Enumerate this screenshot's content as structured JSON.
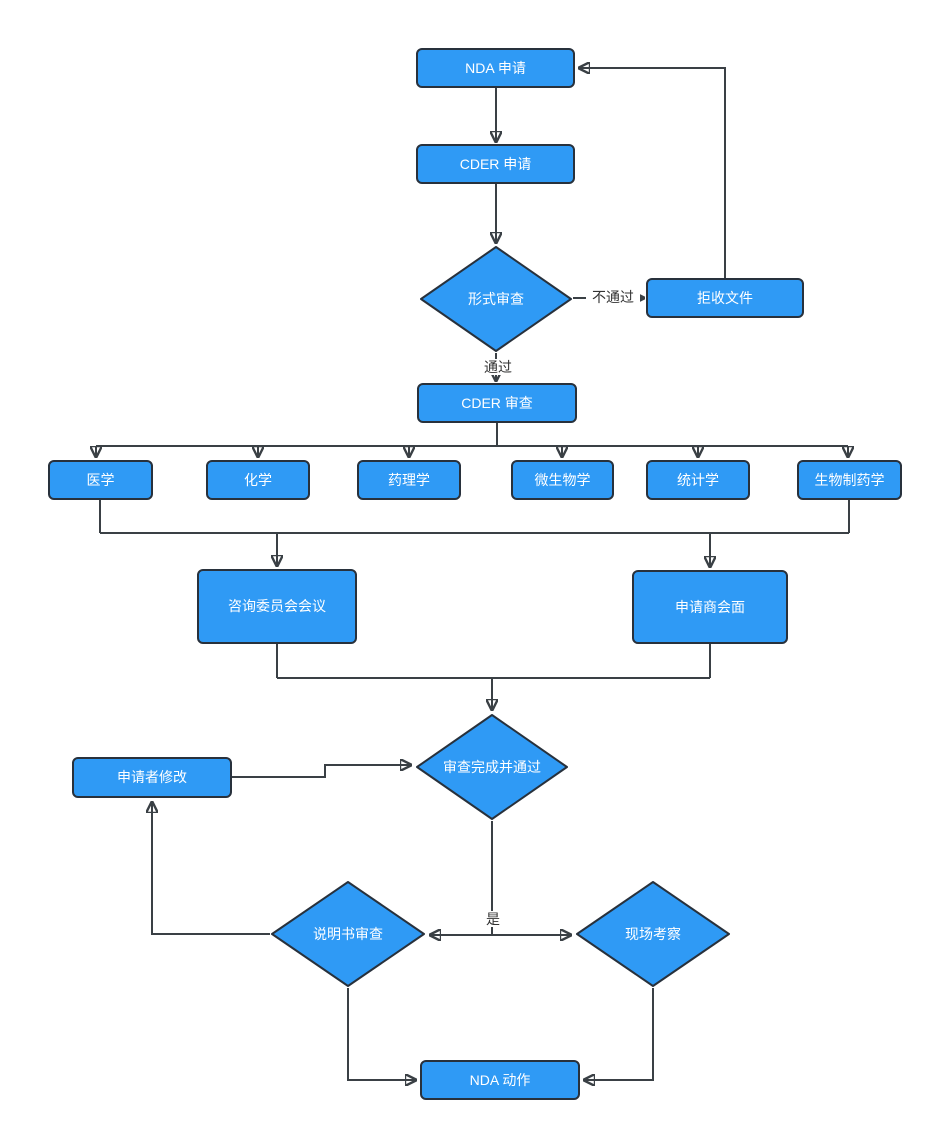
{
  "diagram": {
    "type": "flowchart",
    "nodes": {
      "nda_application": {
        "label": "NDA 申请",
        "shape": "rect"
      },
      "cder_application": {
        "label": "CDER 申请",
        "shape": "rect"
      },
      "formal_review": {
        "label": "形式审查",
        "shape": "diamond"
      },
      "reject_documents": {
        "label": "拒收文件",
        "shape": "rect"
      },
      "cder_review": {
        "label": "CDER 审查",
        "shape": "rect"
      },
      "medicine": {
        "label": "医学",
        "shape": "rect"
      },
      "chemistry": {
        "label": "化学",
        "shape": "rect"
      },
      "pharmacology": {
        "label": "药理学",
        "shape": "rect"
      },
      "microbiology": {
        "label": "微生物学",
        "shape": "rect"
      },
      "statistics": {
        "label": "统计学",
        "shape": "rect"
      },
      "biopharmaceutics": {
        "label": "生物制药学",
        "shape": "rect"
      },
      "advisory_committee_meeting": {
        "label": "咨询委员会会议",
        "shape": "rect"
      },
      "applicant_meeting": {
        "label": "申请商会面",
        "shape": "rect"
      },
      "review_complete_passed": {
        "label": "审查完成并通过",
        "shape": "diamond"
      },
      "applicant_revision": {
        "label": "申请者修改",
        "shape": "rect"
      },
      "label_review": {
        "label": "说明书审查",
        "shape": "diamond"
      },
      "site_inspection": {
        "label": "现场考察",
        "shape": "diamond"
      },
      "nda_action": {
        "label": "NDA 动作",
        "shape": "rect"
      }
    },
    "edge_labels": {
      "fail": "不通过",
      "pass": "通过",
      "yes": "是"
    },
    "edges": [
      {
        "from": "nda_application",
        "to": "cder_application"
      },
      {
        "from": "cder_application",
        "to": "formal_review"
      },
      {
        "from": "formal_review",
        "to": "reject_documents",
        "label": "不通过"
      },
      {
        "from": "reject_documents",
        "to": "nda_application"
      },
      {
        "from": "formal_review",
        "to": "cder_review",
        "label": "通过"
      },
      {
        "from": "cder_review",
        "to": "medicine"
      },
      {
        "from": "cder_review",
        "to": "chemistry"
      },
      {
        "from": "cder_review",
        "to": "pharmacology"
      },
      {
        "from": "cder_review",
        "to": "microbiology"
      },
      {
        "from": "cder_review",
        "to": "statistics"
      },
      {
        "from": "cder_review",
        "to": "biopharmaceutics"
      },
      {
        "from": "review-branch",
        "to": "advisory_committee_meeting"
      },
      {
        "from": "review-branch",
        "to": "applicant_meeting"
      },
      {
        "from": "meetings",
        "to": "review_complete_passed"
      },
      {
        "from": "review_complete_passed",
        "to": "label_review",
        "label": "是"
      },
      {
        "from": "review_complete_passed",
        "to": "site_inspection",
        "label": "是"
      },
      {
        "from": "label_review",
        "to": "applicant_revision"
      },
      {
        "from": "applicant_revision",
        "to": "review_complete_passed"
      },
      {
        "from": "label_review",
        "to": "nda_action"
      },
      {
        "from": "site_inspection",
        "to": "nda_action"
      }
    ],
    "colors": {
      "node_fill": "#2F9AF5",
      "node_border": "#28313C",
      "line": "#3A4045",
      "node_text": "#FFFFFF",
      "label_text": "#333333",
      "canvas_bg": "#FFFFFF"
    }
  }
}
